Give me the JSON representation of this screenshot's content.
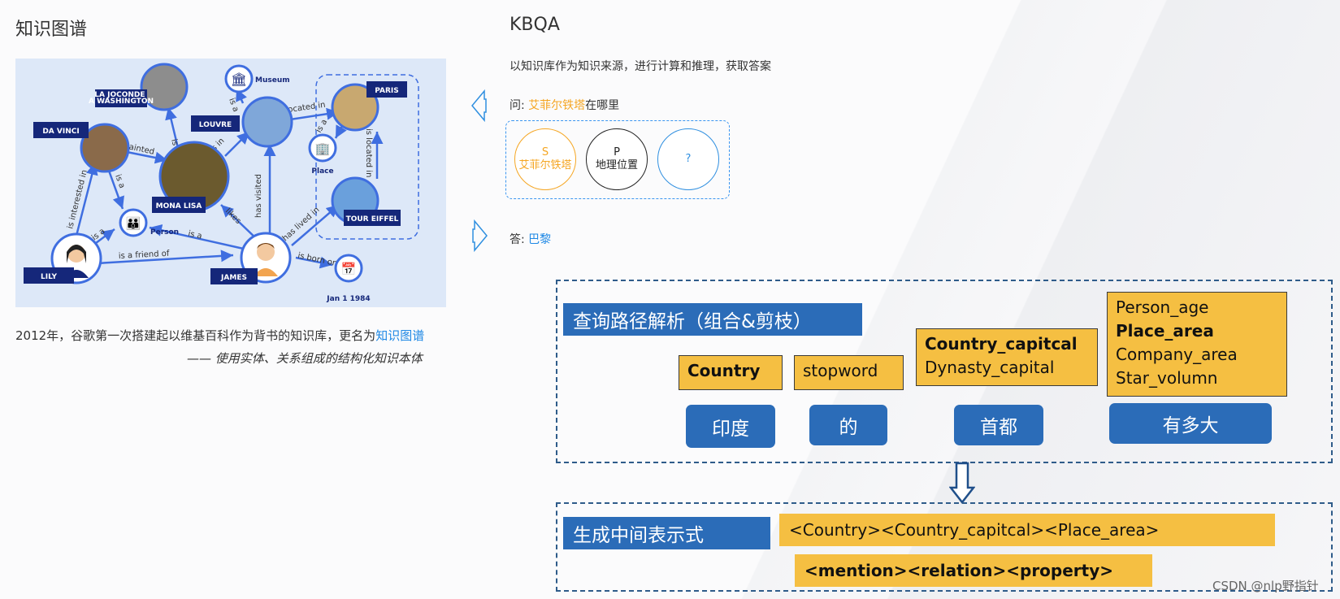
{
  "left": {
    "title": "知识图谱",
    "caption_prefix": "2012年，谷歌第一次搭建起以维基百科作为背书的知识库，更名为",
    "caption_link": "知识图谱",
    "caption_sub": "—— 使用实体、关系组成的结构化知识本体"
  },
  "kg": {
    "nodes": {
      "jaconde": "LA JOCONDE\nA WASHINGTON",
      "museum": "Museum",
      "davinci": "DA VINCI",
      "louvre": "LOUVRE",
      "paris": "PARIS",
      "place": "Place",
      "mona": "MONA LISA",
      "person": "Person",
      "eiffel": "TOUR EIFFEL",
      "lily": "LILY",
      "james": "JAMES",
      "date": "Jan 1 1984"
    },
    "edges": {
      "is_about": "is about",
      "is_a_louvre": "is a",
      "is_located_in_louvre": "is located in",
      "is_a_paris": "is a",
      "is_located_in_eiffel": "is located in",
      "painted": "painted",
      "is_a_davinci": "is a",
      "is_in": "is in",
      "has_visited": "has visited",
      "is_interested_in": "is interested in",
      "likes": "likes",
      "has_lived_in": "has lived in",
      "is_a_lily": "is a",
      "is_a_james": "is a",
      "is_a_friend_of": "is a friend of",
      "is_born_on": "is born on"
    }
  },
  "kbqa": {
    "title": "KBQA",
    "subtitle": "以知识库作为知识来源，进行计算和推理，获取答案",
    "q_prefix": "问: ",
    "q_entity": "艾菲尔铁塔",
    "q_suffix": "在哪里",
    "s_label": "S",
    "s_value": "艾菲尔铁塔",
    "p_label": "P",
    "p_value": "地理位置",
    "o_value": "?",
    "a_prefix": "答: ",
    "a_value": "巴黎"
  },
  "parse": {
    "title": "查询路径解析（组合&剪枝）",
    "country": "Country",
    "stopword": "stopword",
    "capital_1": "Country_capitcal",
    "capital_2": "Dynasty_capital",
    "size_1": "Person_age",
    "size_2": "Place_area",
    "size_3": "Company_area",
    "size_4": "Star_volumn",
    "word_1": "印度",
    "word_2": "的",
    "word_3": "首都",
    "word_4": "有多大"
  },
  "gen": {
    "title": "生成中间表示式",
    "expr": "<Country><Country_capitcal><Place_area>",
    "template": "<mention><relation><property>"
  },
  "watermark": "CSDN @nlp野指针",
  "colors": {
    "accent_orange": "#f5a623",
    "accent_blue": "#1e88e5",
    "bar_blue": "#2b6cb8",
    "box_yellow": "#f5bf42",
    "kg_bg": "#dde8f8",
    "kg_navy": "#15277a"
  }
}
